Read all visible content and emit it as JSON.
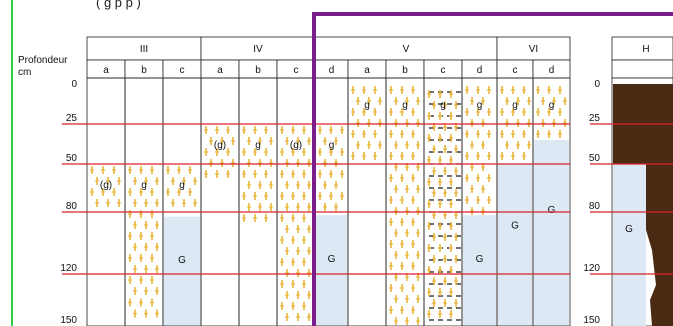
{
  "top_caption": "(                                                      g                  p                 p                    )",
  "depth_axis": {
    "title_line1": "Profondeur",
    "title_line2": "cm",
    "ticks": [
      "0",
      "25",
      "50",
      "80",
      "120",
      "150"
    ],
    "tick_values": [
      0,
      25,
      50,
      80,
      120,
      150
    ]
  },
  "groups": [
    {
      "label": "III",
      "subs": [
        "a",
        "b",
        "c"
      ]
    },
    {
      "label": "IV",
      "subs": [
        "a",
        "b",
        "c"
      ]
    },
    {
      "label": "V",
      "subs": [
        "d",
        "a",
        "b",
        "c",
        "d"
      ]
    },
    {
      "label": "VI",
      "subs": [
        "c",
        "d"
      ]
    }
  ],
  "h_panel": {
    "label": "H",
    "letter": "G",
    "ticks": [
      "0",
      "25",
      "50",
      "80",
      "120",
      "150"
    ]
  },
  "legend_letters": {
    "gley": "G",
    "g": "g",
    "g_paren": "(g)"
  },
  "columns": [
    {
      "group": "III",
      "sub": "a",
      "fills": [
        {
          "from": 50,
          "to": 82,
          "type": "mottle",
          "letter": "(g)"
        }
      ]
    },
    {
      "group": "III",
      "sub": "b",
      "fills": [
        {
          "from": 50,
          "to": 133,
          "type": "mottle",
          "letter": "g"
        },
        {
          "from": 133,
          "to": 150,
          "type": "mottle"
        }
      ]
    },
    {
      "group": "III",
      "sub": "c",
      "fills": [
        {
          "from": 50,
          "to": 83,
          "type": "mottle",
          "letter": "g"
        },
        {
          "from": 83,
          "to": 150,
          "type": "gley",
          "letter": "G"
        }
      ]
    },
    {
      "group": "IV",
      "sub": "a",
      "fills": [
        {
          "from": 25,
          "to": 62,
          "type": "mottle",
          "letter": "(g)"
        }
      ]
    },
    {
      "group": "IV",
      "sub": "b",
      "fills": [
        {
          "from": 25,
          "to": 90,
          "type": "mottle",
          "letter": "g"
        }
      ]
    },
    {
      "group": "IV",
      "sub": "c",
      "fills": [
        {
          "from": 25,
          "to": 150,
          "type": "mottle",
          "letter": "(g)"
        }
      ]
    },
    {
      "group": "V",
      "sub": "d",
      "fills": [
        {
          "from": 25,
          "to": 82,
          "type": "mottle",
          "letter": "g"
        },
        {
          "from": 82,
          "to": 150,
          "type": "gley",
          "letter": "G"
        }
      ]
    },
    {
      "group": "V",
      "sub": "a",
      "fills": [
        {
          "from": 0,
          "to": 50,
          "type": "mottle",
          "letter": "g"
        }
      ]
    },
    {
      "group": "V",
      "sub": "b",
      "fills": [
        {
          "from": 0,
          "to": 150,
          "type": "mottle",
          "letter": "g"
        }
      ]
    },
    {
      "group": "V",
      "sub": "c",
      "fills": [
        {
          "from": 0,
          "to": 150,
          "type": "dash",
          "letter": "g"
        }
      ]
    },
    {
      "group": "V",
      "sub": "d",
      "fills": [
        {
          "from": 0,
          "to": 82,
          "type": "mottle",
          "letter": "g"
        },
        {
          "from": 82,
          "to": 150,
          "type": "gley",
          "letter": "G"
        }
      ]
    },
    {
      "group": "VI",
      "sub": "c",
      "fills": [
        {
          "from": 0,
          "to": 50,
          "type": "mottle",
          "letter": "g"
        },
        {
          "from": 50,
          "to": 150,
          "type": "gley",
          "letter": "G"
        }
      ]
    },
    {
      "group": "VI",
      "sub": "d",
      "fills": [
        {
          "from": 0,
          "to": 35,
          "type": "mottle",
          "letter": "g"
        },
        {
          "from": 35,
          "to": 150,
          "type": "gley",
          "letter": "G"
        }
      ]
    }
  ],
  "colors": {
    "red_line": "#d9202a",
    "purple_frame": "#7b1e8c",
    "green_frame": "#2ecc40",
    "gley_fill": "#dce9f5",
    "mottle": "#e8b63a",
    "soil_dark": "#4a2a12",
    "grid": "#222222"
  }
}
